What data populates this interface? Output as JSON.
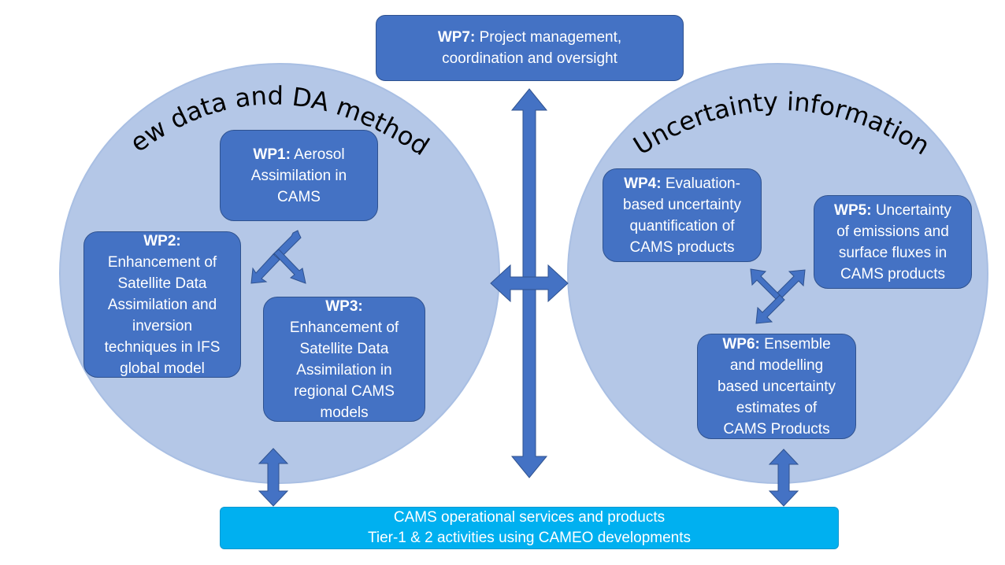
{
  "headings": {
    "left": "New data and DA methods",
    "right": "Uncertainty information"
  },
  "wp7": {
    "label": "WP7:",
    "text": "Project management,",
    "text2": "coordination and oversight"
  },
  "wp1": {
    "label": "WP1:",
    "text": "Aerosol",
    "text2": "Assimilation in",
    "text3": "CAMS"
  },
  "wp2": {
    "label": "WP2:",
    "lines": [
      "Enhancement of",
      "Satellite Data",
      "Assimilation and",
      "inversion",
      "techniques in IFS",
      "global model"
    ]
  },
  "wp3": {
    "label": "WP3:",
    "lines": [
      "Enhancement of",
      "Satellite Data",
      "Assimilation in",
      "regional CAMS",
      "models"
    ]
  },
  "wp4": {
    "label": "WP4:",
    "text": "Evaluation-",
    "lines": [
      "based uncertainty",
      "quantification of",
      "CAMS products"
    ]
  },
  "wp5": {
    "label": "WP5:",
    "text": "Uncertainty",
    "lines": [
      "of emissions and",
      "surface fluxes in",
      "CAMS products"
    ]
  },
  "wp6": {
    "label": "WP6:",
    "text": "Ensemble",
    "lines": [
      "and modelling",
      "based uncertainty",
      "estimates of",
      "CAMS Products"
    ]
  },
  "cams": {
    "line1": "CAMS operational services and products",
    "line2": "Tier-1 & 2 activities using CAMEO developments"
  },
  "colors": {
    "box_fill": "#4472c4",
    "circle_fill": "#b4c7e7",
    "cams_fill": "#00b0f0",
    "arrow_fill": "#4472c4"
  }
}
